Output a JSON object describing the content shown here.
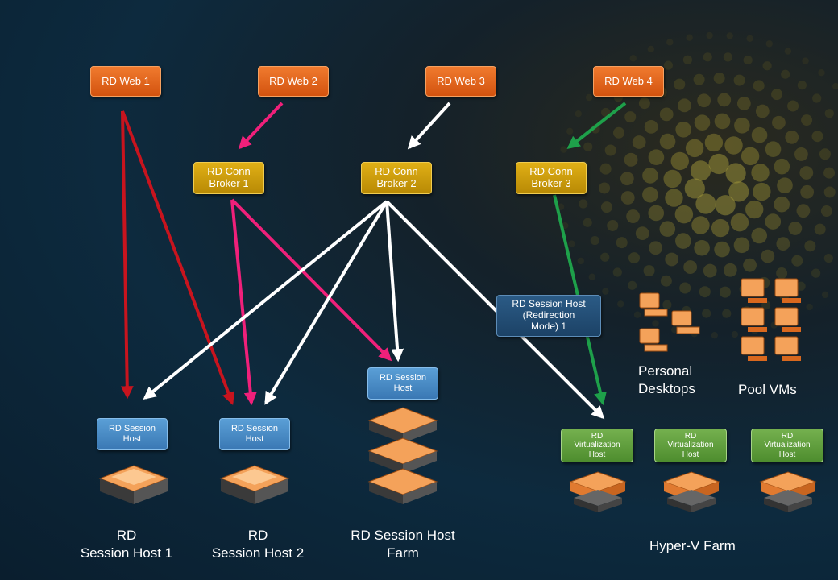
{
  "web_servers": [
    "RD Web 1",
    "RD Web 2",
    "RD Web 3",
    "RD Web 4"
  ],
  "brokers": [
    "RD Conn\nBroker 1",
    "RD Conn\nBroker 2",
    "RD Conn\nBroker 3"
  ],
  "session_hosts": [
    "RD Session\nHost",
    "RD Session\nHost",
    "RD Session\nHost"
  ],
  "redirection_host": "RD Session Host\n(Redirection\nMode) 1",
  "virtualization_hosts": [
    "RD\nVirtualization\nHost",
    "RD\nVirtualization\nHost",
    "RD\nVirtualization\nHost"
  ],
  "captions": {
    "host1": "RD\nSession Host 1",
    "host2": "RD\nSession Host  2",
    "farm": "RD Session Host\nFarm",
    "personal": "Personal\nDesktops",
    "pool": "Pool VMs",
    "hyperv": "Hyper-V Farm"
  },
  "colors": {
    "web": "#e0621c",
    "broker": "#d4a20c",
    "rdsh": "#4a8ccb",
    "redirection": "#234e78",
    "virtualization": "#5f9e3c",
    "arrow_web1": "#c8141e",
    "arrow_broker1": "#f0207a",
    "arrow_broker2": "#ffffff",
    "arrow_broker3": "#1ea04a",
    "background": "#0d2a3e"
  }
}
